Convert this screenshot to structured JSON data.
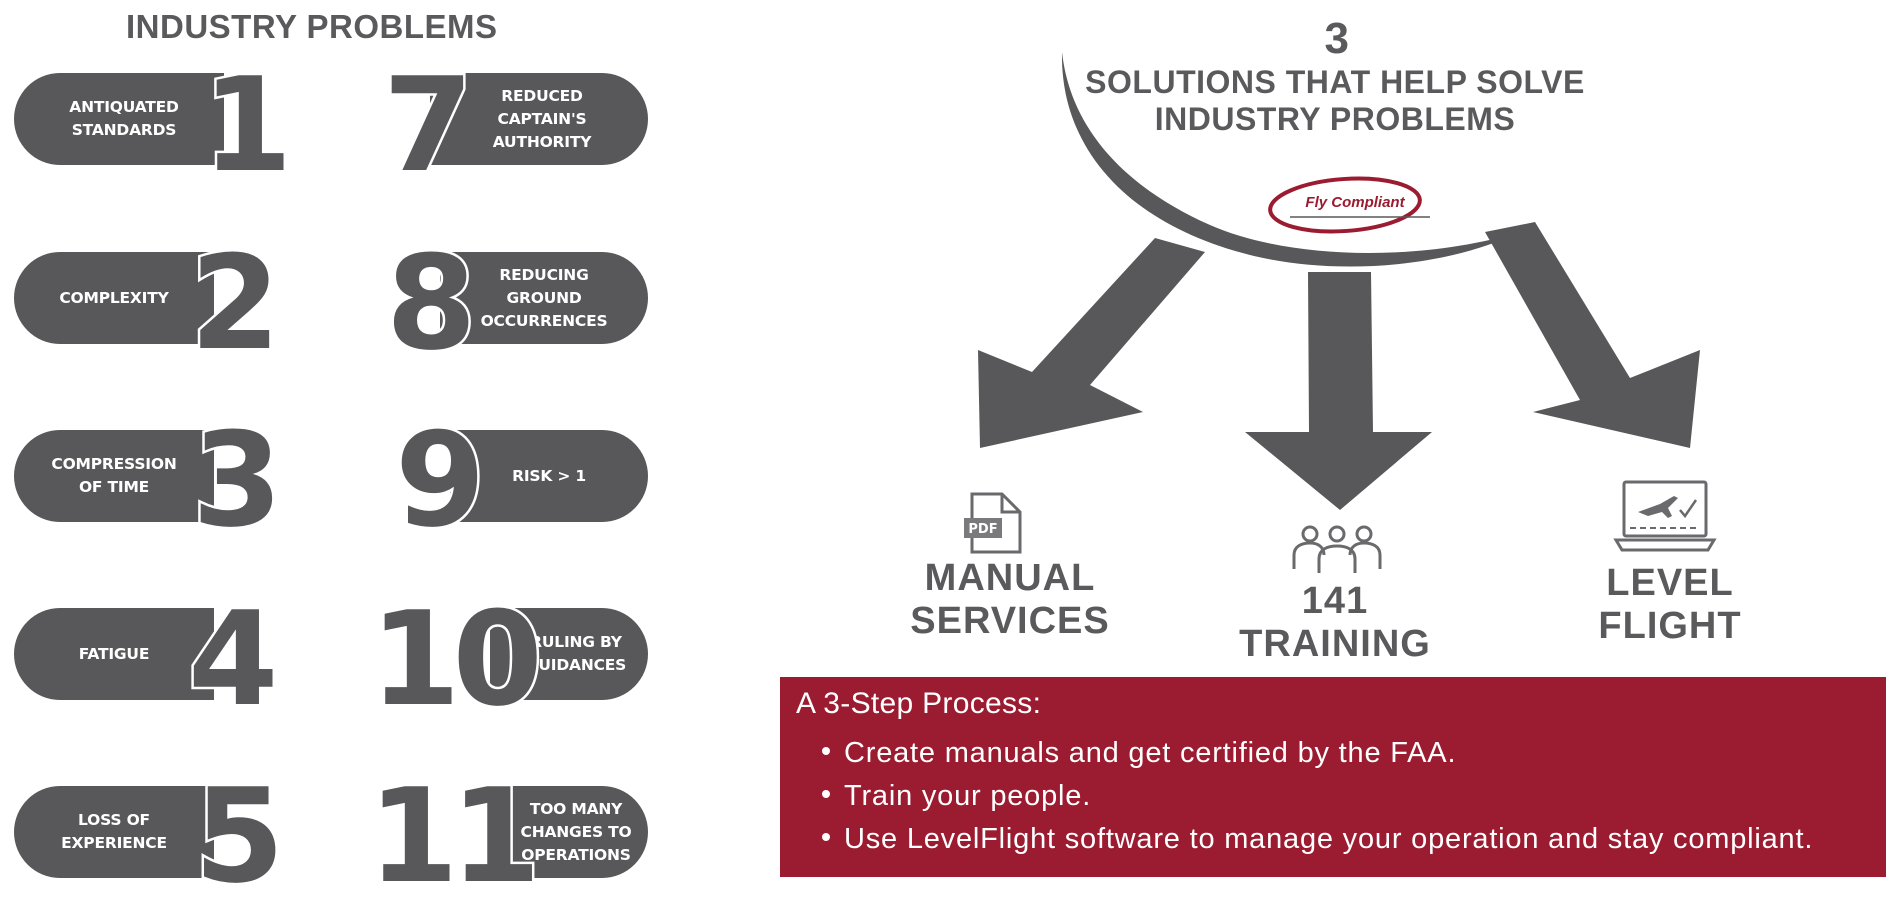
{
  "problems": {
    "title": "INDUSTRY PROBLEMS",
    "items": [
      {
        "number": "1",
        "label": "ANTIQUATED\nSTANDARDS"
      },
      {
        "number": "2",
        "label": "COMPLEXITY"
      },
      {
        "number": "3",
        "label": "COMPRESSION\nOF TIME"
      },
      {
        "number": "4",
        "label": "FATIGUE"
      },
      {
        "number": "5",
        "label": "LOSS OF\nEXPERIENCE"
      },
      {
        "number": "7",
        "label": "REDUCED\nCAPTAIN'S\nAUTHORITY"
      },
      {
        "number": "8",
        "label": "REDUCING\nGROUND\nOCCURRENCES"
      },
      {
        "number": "9",
        "label": "RISK > 1"
      },
      {
        "number": "10",
        "label": "RULING BY\nGUIDANCES"
      },
      {
        "number": "11",
        "label": "TOO MANY\nCHANGES TO\nOPERATIONS"
      }
    ]
  },
  "solutions": {
    "count": "3",
    "title": "SOLUTIONS THAT HELP SOLVE\nINDUSTRY PROBLEMS",
    "logo_text": "Fly Compliant",
    "items": [
      {
        "label": "MANUAL\nSERVICES",
        "icon": "pdf-file-icon"
      },
      {
        "label": "141\nTRAINING",
        "icon": "people-group-icon"
      },
      {
        "label": "LEVEL\nFLIGHT",
        "icon": "laptop-plane-icon"
      }
    ]
  },
  "process": {
    "title": "A 3-Step Process:",
    "steps": [
      "Create manuals and get certified by the FAA.",
      "Train your people.",
      "Use LevelFlight software to manage your operation and stay compliant."
    ]
  },
  "colors": {
    "gray": "#58585a",
    "crimson": "#9b1b30",
    "background": "#ffffff"
  }
}
